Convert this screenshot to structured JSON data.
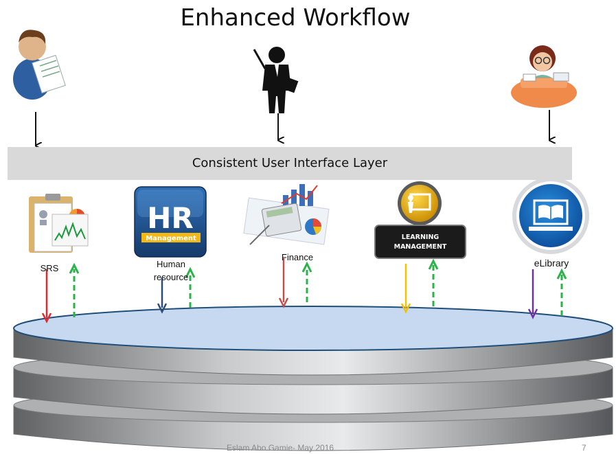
{
  "title": "Enhanced Workflow",
  "ui_layer_label": "Consistent User Interface Layer",
  "systems": [
    {
      "label": "SRS",
      "icon": "srs-document-icon"
    },
    {
      "label": "Human resource",
      "icon": "hr-management-icon",
      "icon_text": "HR",
      "icon_subtext": "Management"
    },
    {
      "label": "Finance",
      "icon": "finance-calculator-icon"
    },
    {
      "label": "",
      "icon": "learning-management-icon",
      "icon_text": "LEARNING MANAGEMENT"
    },
    {
      "label": "eLibrary",
      "icon": "elibrary-icon"
    }
  ],
  "users": [
    {
      "icon": "student-user-icon"
    },
    {
      "icon": "teacher-user-icon"
    },
    {
      "icon": "librarian-user-icon"
    }
  ],
  "colors": {
    "srs": "#e8262a",
    "hr": "#2e4a7a",
    "finance": "#c0504d",
    "lms": "#f5c000",
    "elibrary": "#7030a0",
    "return": "#2ab34a"
  },
  "footer": "Eslam Abo Gamie- May 2016",
  "page_number": "7"
}
